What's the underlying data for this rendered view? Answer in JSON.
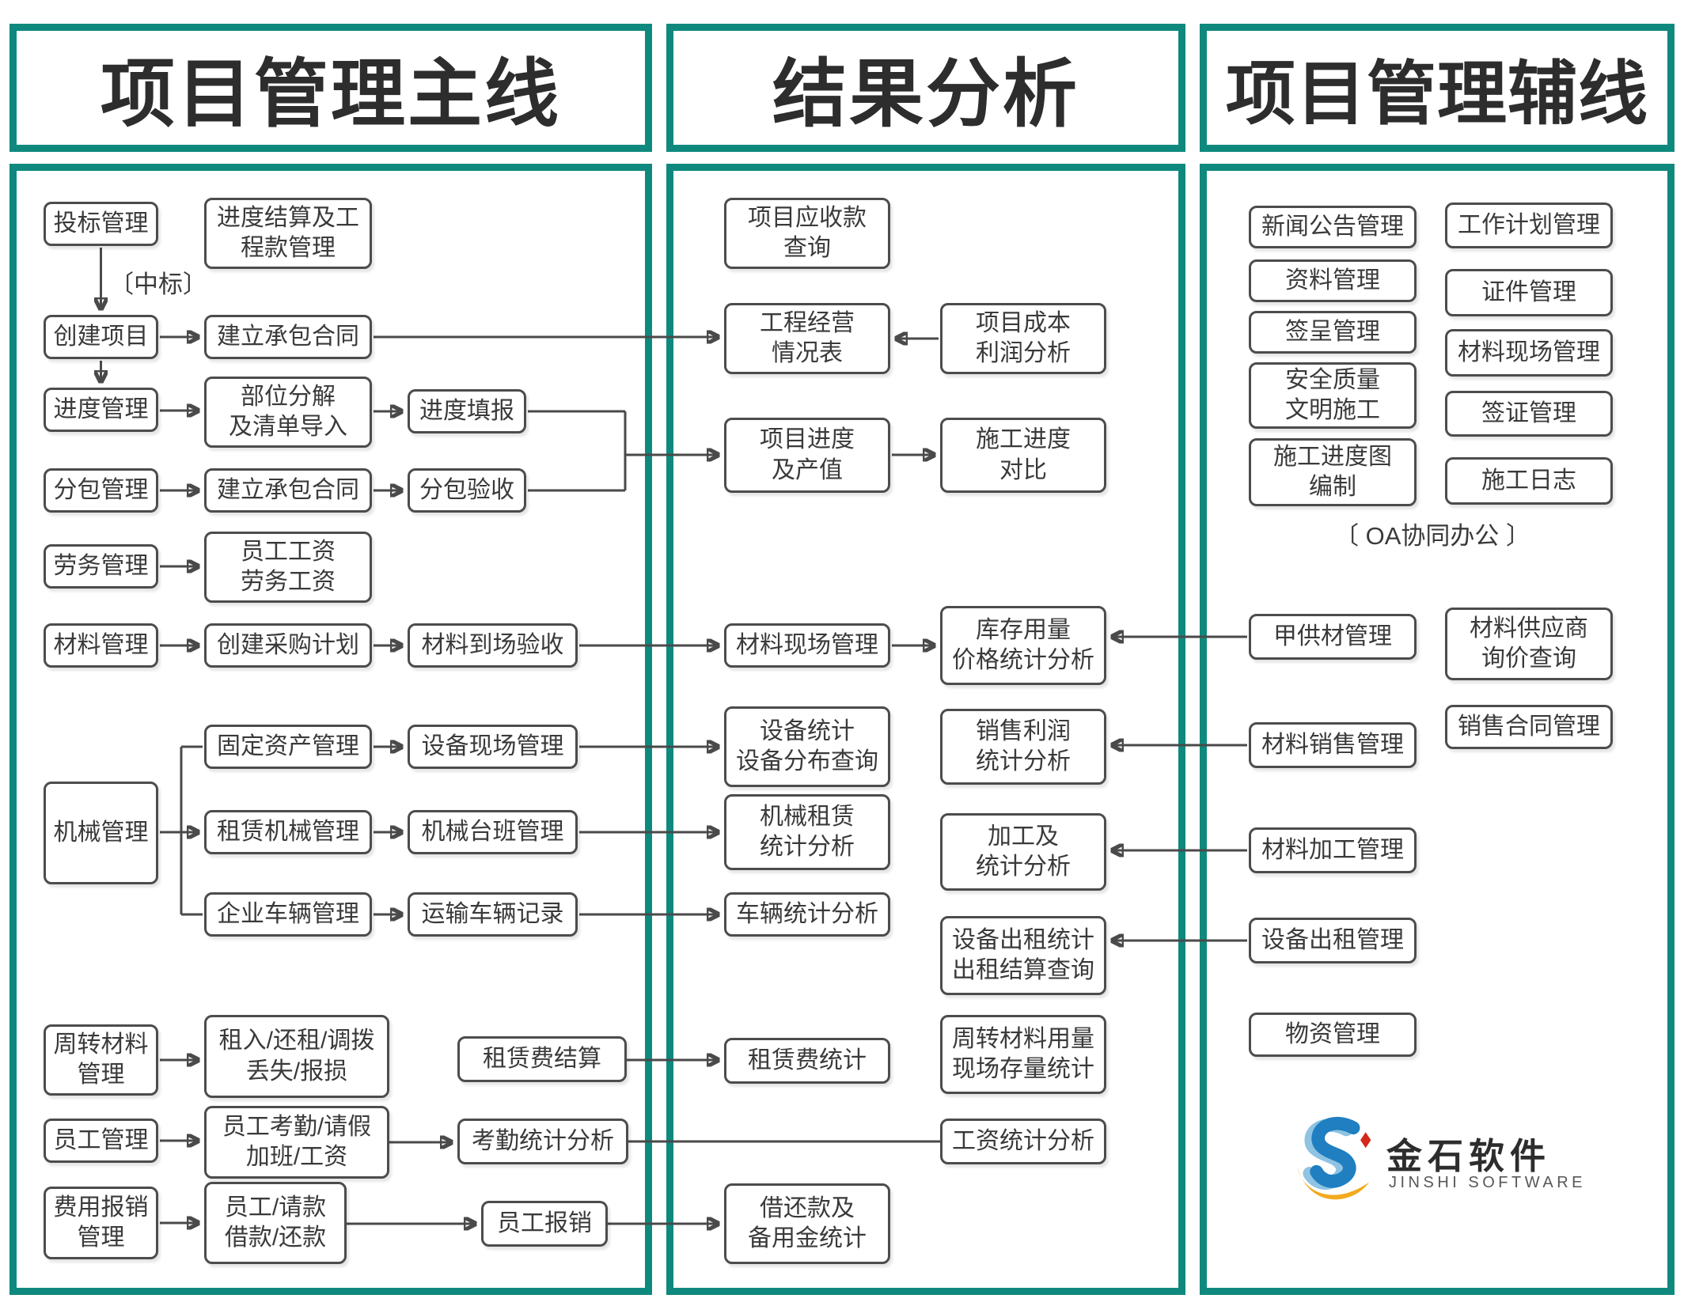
{
  "titles": {
    "main": "项目管理主线",
    "analysis": "结果分析",
    "aux": "项目管理辅线"
  },
  "labels": {
    "award": "〔中标〕",
    "oa": "〔 OA协同办公 〕"
  },
  "nodes": {
    "bidding": {
      "label": "投标管理"
    },
    "settlement": {
      "label": "进度结算及工\n程款管理"
    },
    "create_project": {
      "label": "创建项目"
    },
    "contract_a": {
      "label": "建立承包合同"
    },
    "progress": {
      "label": "进度管理"
    },
    "breakdown": {
      "label": "部位分解\n及清单导入"
    },
    "progress_fill": {
      "label": "进度填报"
    },
    "subcontract": {
      "label": "分包管理"
    },
    "contract_b": {
      "label": "建立承包合同"
    },
    "sub_accept": {
      "label": "分包验收"
    },
    "labor": {
      "label": "劳务管理"
    },
    "wages": {
      "label": "员工工资\n劳务工资"
    },
    "material": {
      "label": "材料管理"
    },
    "purchase": {
      "label": "创建采购计划"
    },
    "arrival": {
      "label": "材料到场验收"
    },
    "fixed_assets": {
      "label": "固定资产管理"
    },
    "equip_site": {
      "label": "设备现场管理"
    },
    "machinery": {
      "label": "机械管理"
    },
    "rental_mach": {
      "label": "租赁机械管理"
    },
    "shift": {
      "label": "机械台班管理"
    },
    "vehicles": {
      "label": "企业车辆管理"
    },
    "transport": {
      "label": "运输车辆记录"
    },
    "turnover": {
      "label": "周转材料\n管理"
    },
    "rent_return": {
      "label": "租入/还租/调拨\n丢失/报损"
    },
    "fee_settle": {
      "label": "租赁费结算"
    },
    "employee": {
      "label": "员工管理"
    },
    "attendance": {
      "label": "员工考勤/请假\n加班/工资"
    },
    "att_stats": {
      "label": "考勤统计分析"
    },
    "expense": {
      "label": "费用报销\n管理"
    },
    "loan": {
      "label": "员工/请款\n借款/还款"
    },
    "reimburse": {
      "label": "员工报销"
    },
    "receivable": {
      "label": "项目应收款\n查询"
    },
    "operation": {
      "label": "工程经营\n情况表"
    },
    "cost_profit": {
      "label": "项目成本\n利润分析"
    },
    "prog_value": {
      "label": "项目进度\n及产值"
    },
    "constr_cmp": {
      "label": "施工进度\n对比"
    },
    "mat_site2": {
      "label": "材料现场管理"
    },
    "inventory": {
      "label": "库存用量\n价格统计分析"
    },
    "equip_stats": {
      "label": "设备统计\n设备分布查询"
    },
    "sales_profit": {
      "label": "销售利润\n统计分析"
    },
    "mach_rental": {
      "label": "机械租赁\n统计分析"
    },
    "proc_stats": {
      "label": "加工及\n统计分析"
    },
    "veh_stats": {
      "label": "车辆统计分析"
    },
    "rent_stats": {
      "label": "设备出租统计\n出租结算查询"
    },
    "fee_stats": {
      "label": "租赁费统计"
    },
    "turnover_usage": {
      "label": "周转材料用量\n现场存量统计"
    },
    "salary_stats": {
      "label": "工资统计分析"
    },
    "loan_stats": {
      "label": "借还款及\n备用金统计"
    },
    "news": {
      "label": "新闻公告管理"
    },
    "work_plan": {
      "label": "工作计划管理"
    },
    "docs": {
      "label": "资料管理"
    },
    "cert": {
      "label": "证件管理"
    },
    "approval": {
      "label": "签呈管理"
    },
    "mat_site3": {
      "label": "材料现场管理"
    },
    "safety": {
      "label": "安全质量\n文明施工"
    },
    "visa": {
      "label": "签证管理"
    },
    "sched_chart": {
      "label": "施工进度图\n编制"
    },
    "log": {
      "label": "施工日志"
    },
    "owner_mat": {
      "label": "甲供材管理"
    },
    "supplier": {
      "label": "材料供应商\n询价查询"
    },
    "mat_sales": {
      "label": "材料销售管理"
    },
    "sales_contract": {
      "label": "销售合同管理"
    },
    "mat_proc": {
      "label": "材料加工管理"
    },
    "equip_rent": {
      "label": "设备出租管理"
    },
    "goods": {
      "label": "物资管理"
    }
  },
  "logo": {
    "name": "金石软件",
    "subtitle": "JINSHI SOFTWARE"
  },
  "colors": {
    "accent_teal": "#0f897e",
    "line": "#4a4a4a",
    "box_border": "#4c4c4c",
    "text": "#3a3a3a",
    "logo_blue": "#1f7fc0",
    "logo_light_blue": "#8fc3e2",
    "logo_yellow": "#f2aa1d",
    "logo_red": "#d6281a"
  }
}
